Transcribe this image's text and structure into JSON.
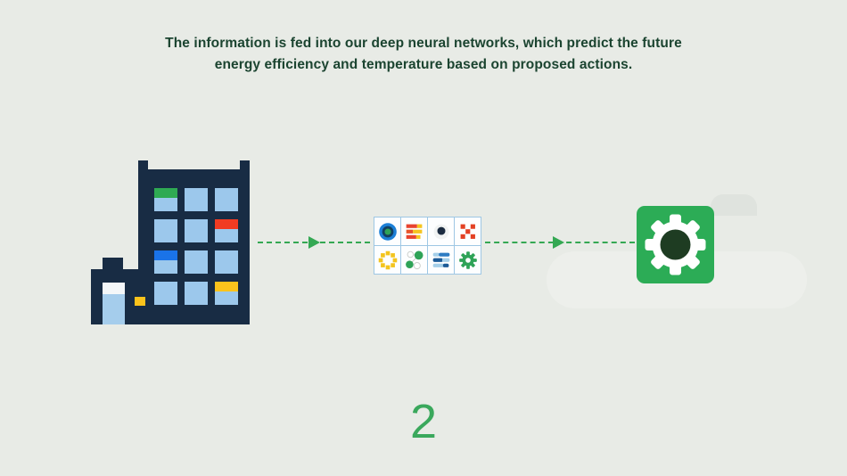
{
  "header": {
    "caption_line1": "The information is fed into our deep neural networks, which predict the future",
    "caption_line2": "energy efficiency and temperature based on proposed actions."
  },
  "step": {
    "number": "2"
  },
  "flow": {
    "source_icon": "office-building-icon",
    "processor_icon": "neural-network-grid-icon",
    "output_icon": "gear-icon"
  },
  "neural_grid_icons": [
    "target-icon",
    "red-stacked-bars-icon",
    "dot-icon",
    "red-quincunx-icon",
    "yellow-ring-icon",
    "green-scatter-icon",
    "blue-stacked-bars-icon",
    "small-gear-icon"
  ],
  "colors": {
    "background": "#e8ebe6",
    "caption_text": "#1b4430",
    "accent_green": "#34a853",
    "building_navy": "#182c44",
    "window_blue": "#9cc8ec",
    "window_green": "#2faa53",
    "window_red": "#f13b22",
    "window_accent_blue": "#1a73e8",
    "window_yellow": "#fbc31c",
    "grid_border_blue": "#9ec7e4",
    "gear_tile_green": "#2cac56",
    "gear_center_dark": "#1e3c22",
    "cloud_gray": "#dfe3de"
  }
}
